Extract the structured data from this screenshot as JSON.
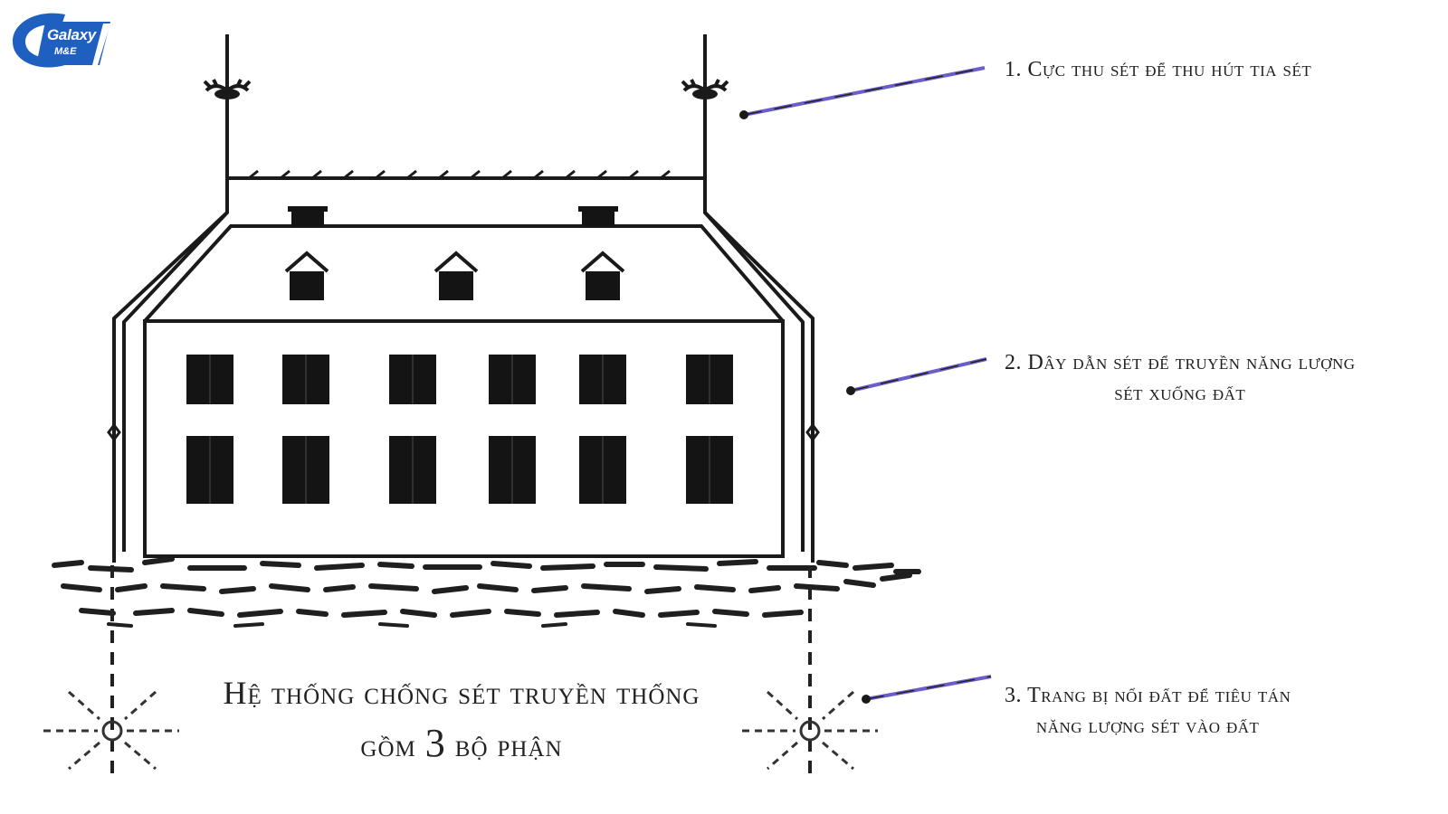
{
  "logo": {
    "brand": "Galaxy",
    "sub": "M&E",
    "colors": {
      "primary": "#1f5fbf",
      "accent": "#ffffff"
    }
  },
  "labels": {
    "lightning_rod": [
      "1. Cực thu sét để thu hút tia sét"
    ],
    "down_conductor": [
      "2. Dây dẫn sét để truyền năng lượng",
      "sét xuống đất"
    ],
    "grounding": [
      "3. Trang bị  nối đất để tiêu tán",
      "năng lượng sét vào đất"
    ]
  },
  "caption": {
    "line1": "Hệ thống chống sét truyền thống",
    "line2_prefix": "gồm",
    "line2_number": "3",
    "line2_suffix": "bộ phận"
  },
  "colors": {
    "ink": "#1a1a1a",
    "pointer": "#6a5fc8"
  }
}
